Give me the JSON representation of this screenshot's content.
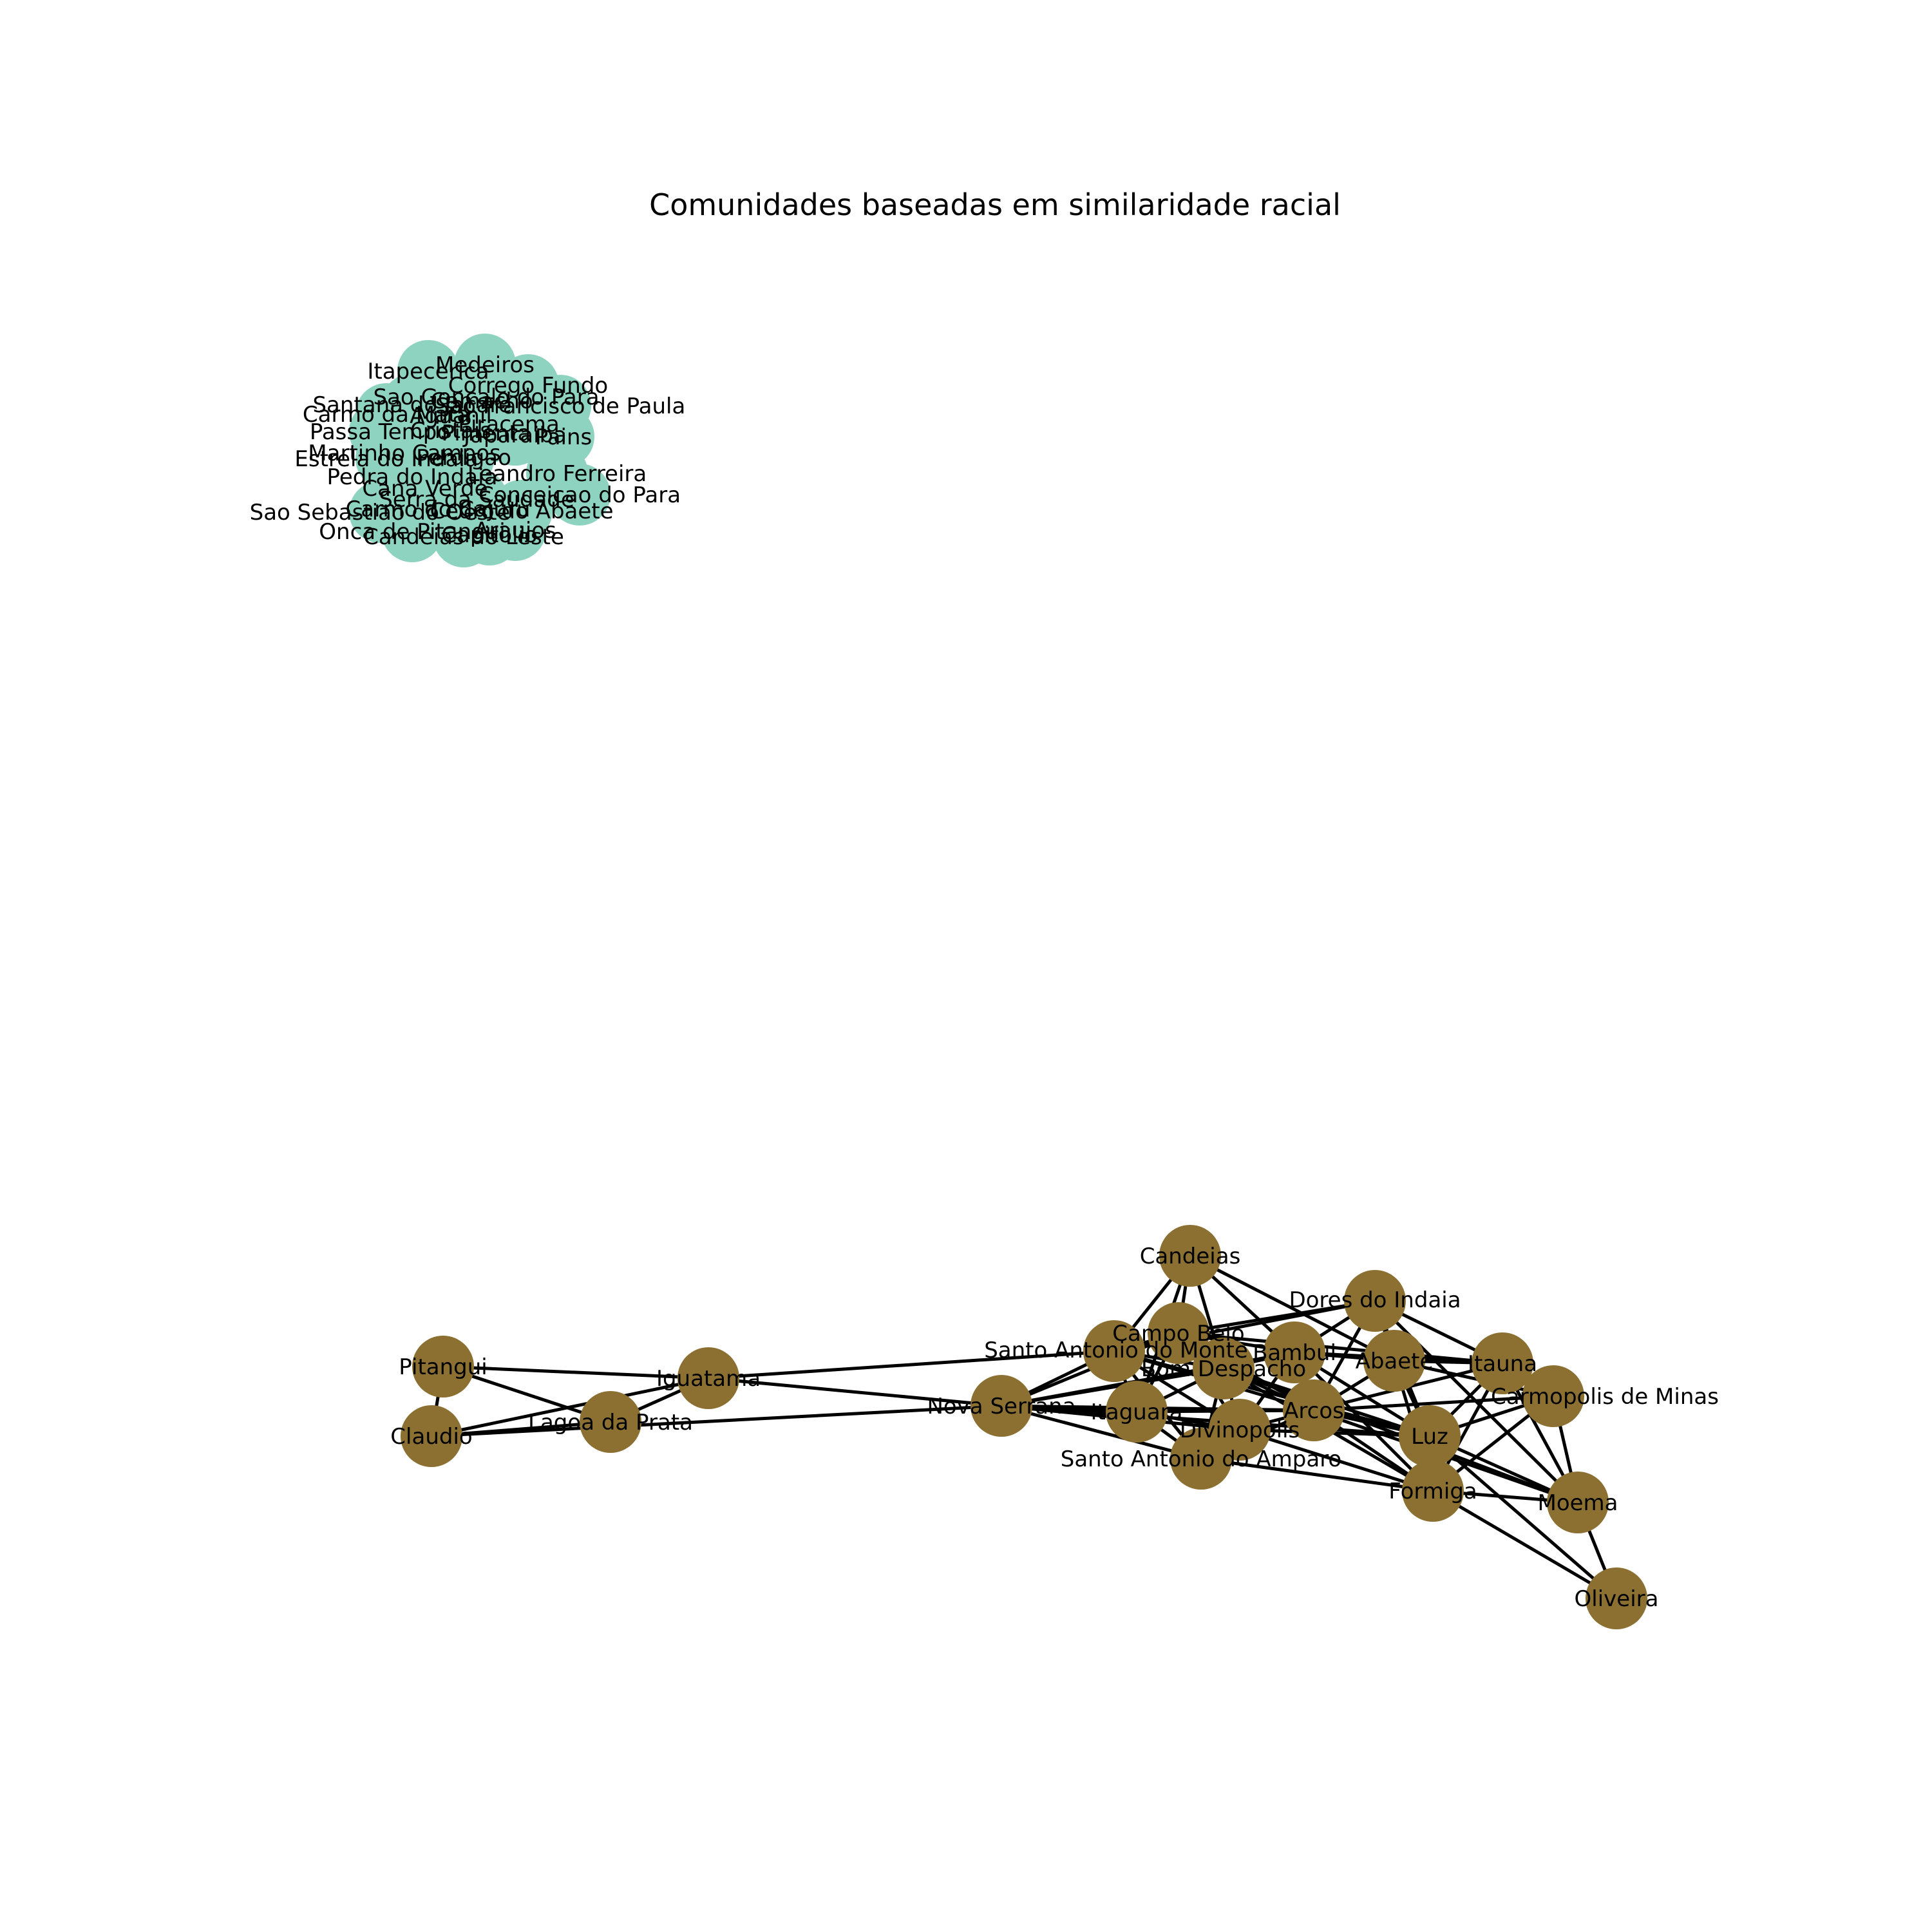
{
  "title": "Comunidades baseadas em similaridade racial",
  "colors": {
    "community_a": "#8dd3c0",
    "community_b": "#8b7032",
    "edge": "#000000"
  },
  "communities": [
    {
      "id": "a",
      "color": "#8dd3c0",
      "nodes": [
        "Medeiros",
        "Itapecerica",
        "Corrego Fundo",
        "Sao Goncalo do Para",
        "Santana do Jacare",
        "Sao Francisco de Paula",
        "Camacho",
        "Carmo da Mata",
        "Aguanil",
        "Piracema",
        "Passa Tempo",
        "Cristais",
        "Pimenta",
        "Japaraiba",
        "Pains",
        "Martinho Campos",
        "Estrela do Indaia",
        "Perdigao",
        "Leandro Ferreira",
        "Pedra do Indaia",
        "Conceicao do Para",
        "Cana Verde",
        "Serra da Saudade",
        "Carmo do Cajuru",
        "Sao Sebastiao do Oeste",
        "Cedro do Abaete",
        "Onca de Pitangui",
        "Araujos",
        "Capitolio",
        "Candeias do Leste"
      ]
    },
    {
      "id": "b",
      "color": "#8b7032",
      "nodes": [
        "Candeias",
        "Dores do Indaia",
        "Campo Belo",
        "Santo Antonio do Monte",
        "Bambui",
        "Bom Despacho",
        "Abaete",
        "Itauna",
        "Pitangui",
        "Iguatama",
        "Nova Serrana",
        "Carmopolis de Minas",
        "Itaguara",
        "Arcos",
        "Divinopolis",
        "Luz",
        "Claudio",
        "Lagoa da Prata",
        "Santo Antonio do Amparo",
        "Formiga",
        "Moema",
        "Oliveira"
      ]
    }
  ],
  "edges": [
    [
      "Pitangui",
      "Iguatama"
    ],
    [
      "Pitangui",
      "Claudio"
    ],
    [
      "Pitangui",
      "Lagoa da Prata"
    ],
    [
      "Claudio",
      "Iguatama"
    ],
    [
      "Claudio",
      "Lagoa da Prata"
    ],
    [
      "Claudio",
      "Nova Serrana"
    ],
    [
      "Lagoa da Prata",
      "Iguatama"
    ],
    [
      "Iguatama",
      "Santo Antonio do Monte"
    ],
    [
      "Iguatama",
      "Nova Serrana"
    ],
    [
      "Nova Serrana",
      "Santo Antonio do Monte"
    ],
    [
      "Nova Serrana",
      "Campo Belo"
    ],
    [
      "Nova Serrana",
      "Itaguara"
    ],
    [
      "Nova Serrana",
      "Divinopolis"
    ],
    [
      "Nova Serrana",
      "Arcos"
    ],
    [
      "Nova Serrana",
      "Bom Despacho"
    ],
    [
      "Nova Serrana",
      "Santo Antonio do Amparo"
    ],
    [
      "Nova Serrana",
      "Bambui"
    ],
    [
      "Nova Serrana",
      "Luz"
    ],
    [
      "Candeias",
      "Campo Belo"
    ],
    [
      "Candeias",
      "Santo Antonio do Monte"
    ],
    [
      "Candeias",
      "Bom Despacho"
    ],
    [
      "Candeias",
      "Bambui"
    ],
    [
      "Candeias",
      "Itaguara"
    ],
    [
      "Candeias",
      "Abaete"
    ],
    [
      "Dores do Indaia",
      "Campo Belo"
    ],
    [
      "Dores do Indaia",
      "Itauna"
    ],
    [
      "Dores do Indaia",
      "Abaete"
    ],
    [
      "Dores do Indaia",
      "Santo Antonio do Monte"
    ],
    [
      "Dores do Indaia",
      "Bambui"
    ],
    [
      "Dores do Indaia",
      "Luz"
    ],
    [
      "Dores do Indaia",
      "Arcos"
    ],
    [
      "Dores do Indaia",
      "Moema"
    ],
    [
      "Campo Belo",
      "Bambui"
    ],
    [
      "Campo Belo",
      "Itaguara"
    ],
    [
      "Campo Belo",
      "Divinopolis"
    ],
    [
      "Campo Belo",
      "Arcos"
    ],
    [
      "Campo Belo",
      "Bom Despacho"
    ],
    [
      "Campo Belo",
      "Santo Antonio do Monte"
    ],
    [
      "Campo Belo",
      "Itauna"
    ],
    [
      "Santo Antonio do Monte",
      "Bom Despacho"
    ],
    [
      "Santo Antonio do Monte",
      "Itaguara"
    ],
    [
      "Santo Antonio do Monte",
      "Divinopolis"
    ],
    [
      "Santo Antonio do Monte",
      "Arcos"
    ],
    [
      "Santo Antonio do Monte",
      "Luz"
    ],
    [
      "Santo Antonio do Monte",
      "Santo Antonio do Amparo"
    ],
    [
      "Bambui",
      "Abaete"
    ],
    [
      "Bambui",
      "Itauna"
    ],
    [
      "Bambui",
      "Arcos"
    ],
    [
      "Bambui",
      "Luz"
    ],
    [
      "Bambui",
      "Formiga"
    ],
    [
      "Bambui",
      "Bom Despacho"
    ],
    [
      "Bambui",
      "Divinopolis"
    ],
    [
      "Bom Despacho",
      "Arcos"
    ],
    [
      "Bom Despacho",
      "Divinopolis"
    ],
    [
      "Bom Despacho",
      "Itaguara"
    ],
    [
      "Bom Despacho",
      "Luz"
    ],
    [
      "Bom Despacho",
      "Formiga"
    ],
    [
      "Bom Despacho",
      "Moema"
    ],
    [
      "Bom Despacho",
      "Santo Antonio do Amparo"
    ],
    [
      "Abaete",
      "Itauna"
    ],
    [
      "Abaete",
      "Arcos"
    ],
    [
      "Abaete",
      "Luz"
    ],
    [
      "Abaete",
      "Formiga"
    ],
    [
      "Abaete",
      "Carmopolis de Minas"
    ],
    [
      "Itauna",
      "Carmopolis de Minas"
    ],
    [
      "Itauna",
      "Luz"
    ],
    [
      "Itauna",
      "Formiga"
    ],
    [
      "Itauna",
      "Arcos"
    ],
    [
      "Itauna",
      "Moema"
    ],
    [
      "Carmopolis de Minas",
      "Moema"
    ],
    [
      "Carmopolis de Minas",
      "Luz"
    ],
    [
      "Carmopolis de Minas",
      "Formiga"
    ],
    [
      "Carmopolis de Minas",
      "Arcos"
    ],
    [
      "Itaguara",
      "Divinopolis"
    ],
    [
      "Itaguara",
      "Santo Antonio do Amparo"
    ],
    [
      "Itaguara",
      "Arcos"
    ],
    [
      "Arcos",
      "Divinopolis"
    ],
    [
      "Arcos",
      "Luz"
    ],
    [
      "Arcos",
      "Formiga"
    ],
    [
      "Arcos",
      "Moema"
    ],
    [
      "Arcos",
      "Santo Antonio do Amparo"
    ],
    [
      "Divinopolis",
      "Luz"
    ],
    [
      "Divinopolis",
      "Santo Antonio do Amparo"
    ],
    [
      "Divinopolis",
      "Formiga"
    ],
    [
      "Luz",
      "Formiga"
    ],
    [
      "Luz",
      "Moema"
    ],
    [
      "Luz",
      "Oliveira"
    ],
    [
      "Formiga",
      "Moema"
    ],
    [
      "Formiga",
      "Oliveira"
    ],
    [
      "Formiga",
      "Santo Antonio do Amparo"
    ],
    [
      "Moema",
      "Oliveira"
    ]
  ]
}
